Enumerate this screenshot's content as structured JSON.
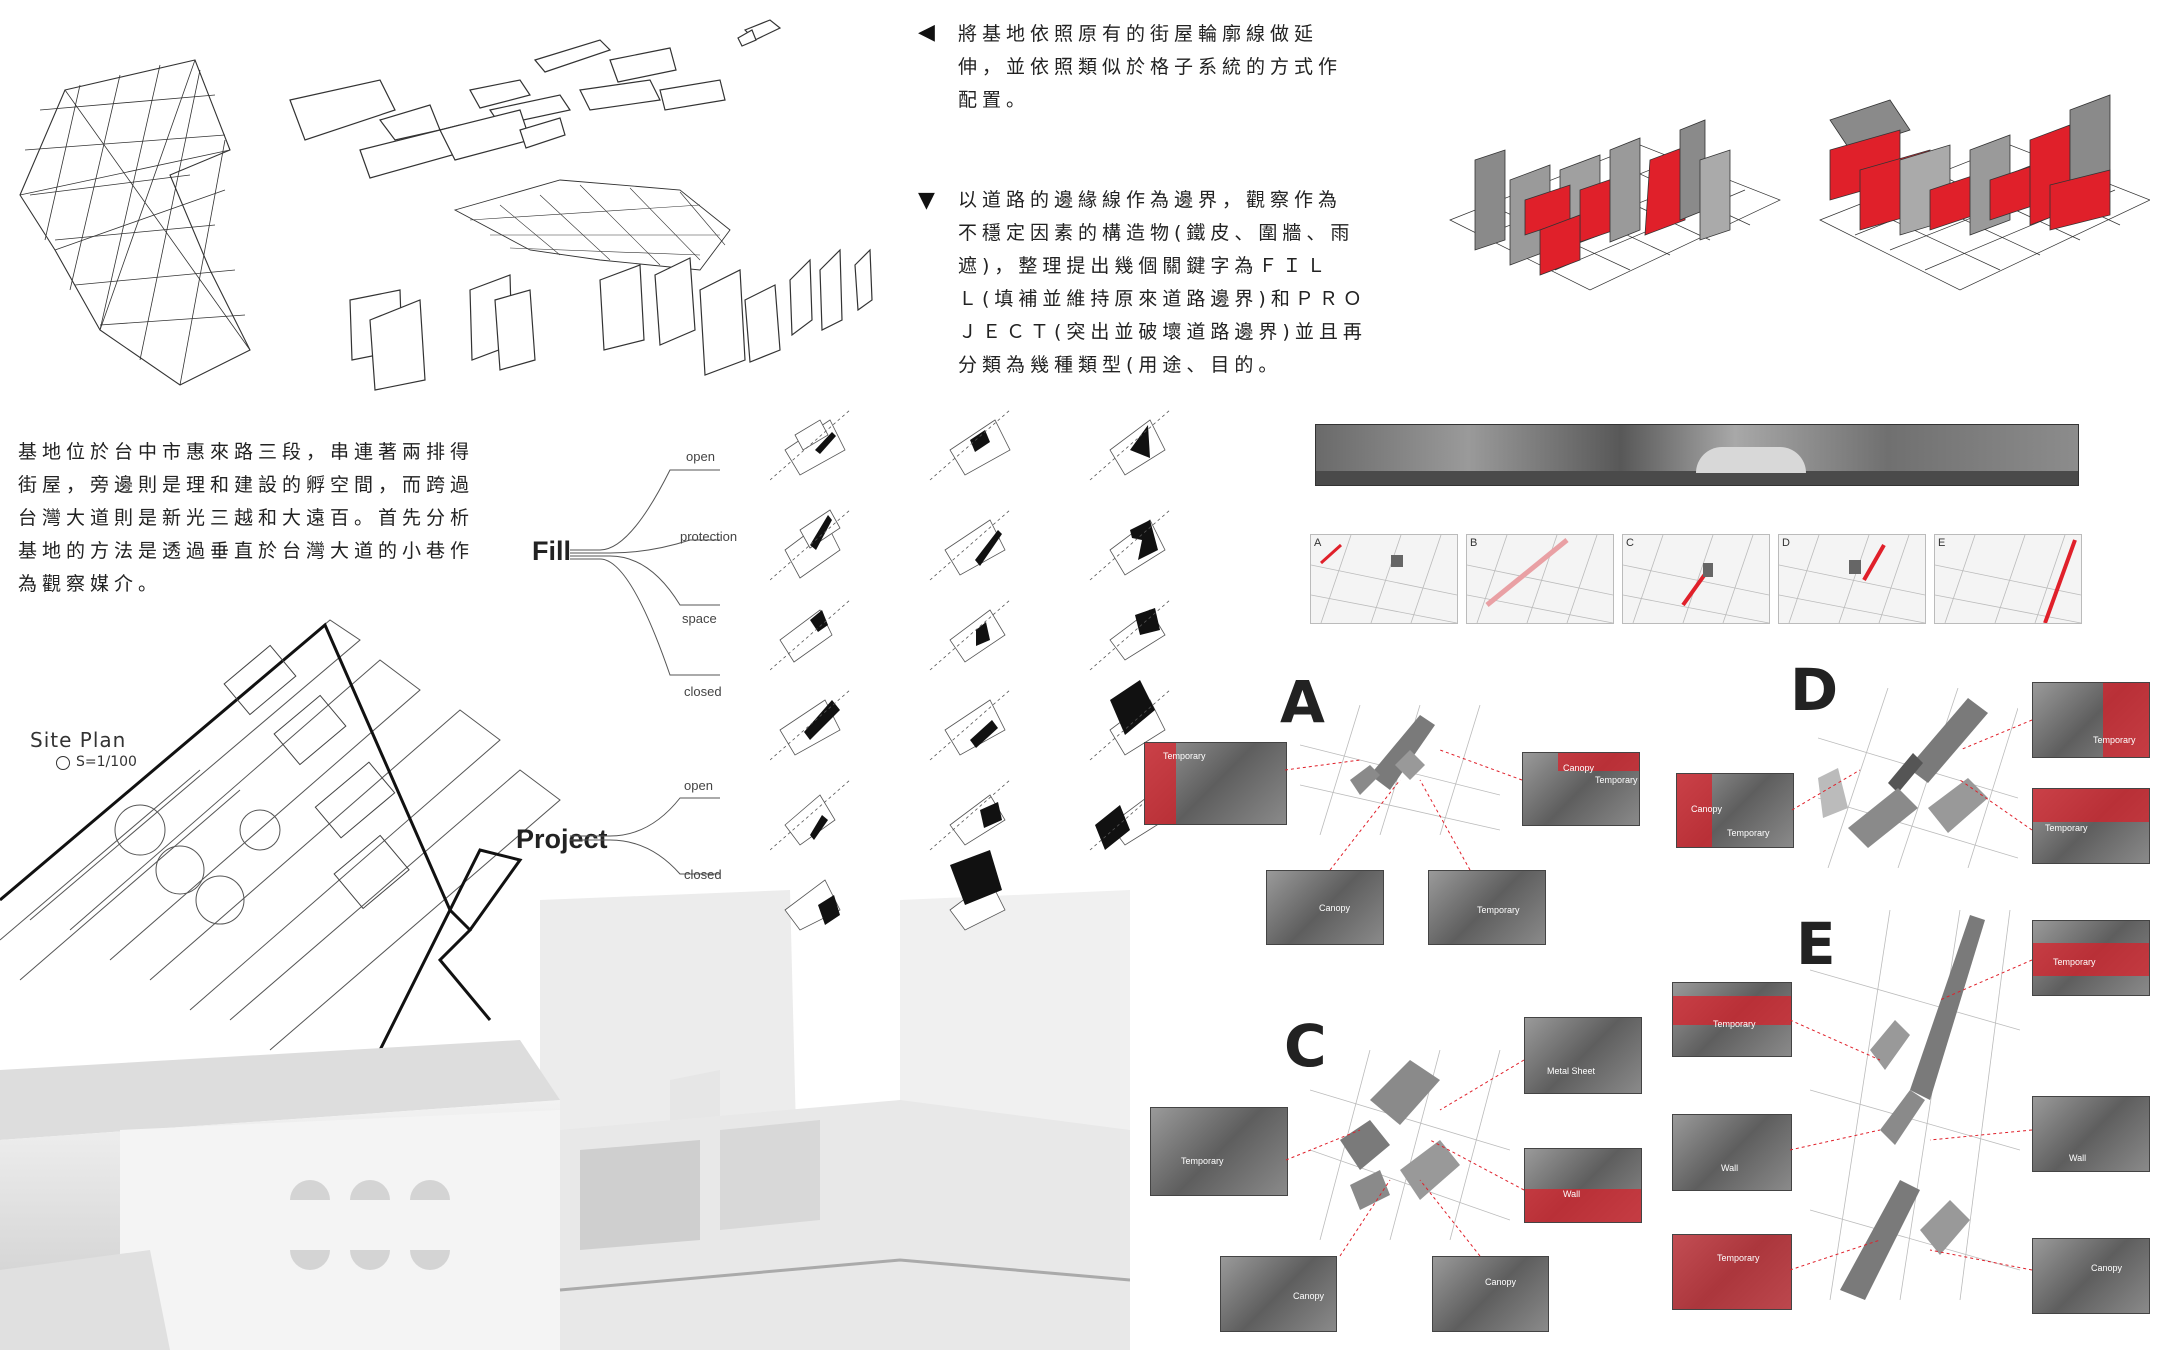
{
  "text_blocks": {
    "extend": {
      "arrow": "◀",
      "lines": [
        "將基地依照原有的街屋輪廓線做延",
        "伸，並依照類似於格子系統的方式作",
        "配置。"
      ]
    },
    "boundary": {
      "arrow": "▼",
      "lines": [
        "以道路的邊緣線作為邊界，觀察作為",
        "不穩定因素的構造物(鐵皮、圍牆、雨",
        "遮)，整理提出幾個關鍵字為ＦＩＬ",
        "Ｌ(填補並維持原來道路邊界)和ＰＲＯ",
        "ＪＥＣＴ(突出並破壞道路邊界)並且再",
        "分類為幾種類型(用途、目的。"
      ]
    },
    "site": {
      "lines": [
        "基地位於台中市惠來路三段，串連著兩排得",
        "街屋，旁邊則是理和建設的孵空間，而跨過",
        "台灣大道則是新光三越和大遠百。首先分析",
        "基地的方法是透過垂直於台灣大道的小巷作",
        "為觀察媒介。"
      ]
    }
  },
  "site_plan": {
    "title": "Site Plan",
    "scale": "S=1/100"
  },
  "classification": {
    "fill": {
      "label": "Fill",
      "branches": [
        "open",
        "protection",
        "space",
        "closed"
      ]
    },
    "project": {
      "label": "Project",
      "branches": [
        "open",
        "closed"
      ]
    }
  },
  "strip_maps": [
    "A",
    "B",
    "C",
    "D",
    "E"
  ],
  "sections": [
    {
      "letter": "A",
      "photos": [
        {
          "label": "Temporary",
          "band": "left"
        },
        {
          "label": "Temporary",
          "label2": "Canopy",
          "band": "top"
        },
        {
          "label": "Canopy",
          "band": "none"
        },
        {
          "label": "Temporary",
          "band": "none"
        }
      ]
    },
    {
      "letter": "C",
      "photos": [
        {
          "label": "Metal Sheet",
          "band": "none"
        },
        {
          "label": "Temporary",
          "band": "none"
        },
        {
          "label": "Wall",
          "band": "bottom"
        },
        {
          "label": "Canopy",
          "band": "none"
        },
        {
          "label": "Canopy",
          "band": "none"
        }
      ]
    },
    {
      "letter": "D",
      "photos": [
        {
          "label": "Canopy",
          "label2": "Temporary",
          "band": "left"
        },
        {
          "label": "Temporary",
          "band": "right"
        },
        {
          "label": "Temporary",
          "band": "top"
        }
      ]
    },
    {
      "letter": "E",
      "photos": [
        {
          "label": "Temporary",
          "band": "top"
        },
        {
          "label": "Temporary",
          "band": "top"
        },
        {
          "label": "Wall",
          "band": "none"
        },
        {
          "label": "Wall",
          "band": "none"
        },
        {
          "label": "Temporary",
          "band": "full"
        },
        {
          "label": "Canopy",
          "band": "none"
        }
      ]
    }
  ],
  "colors": {
    "accent": "#e0202a",
    "ink": "#222222",
    "grey": "#7a7a7a"
  }
}
